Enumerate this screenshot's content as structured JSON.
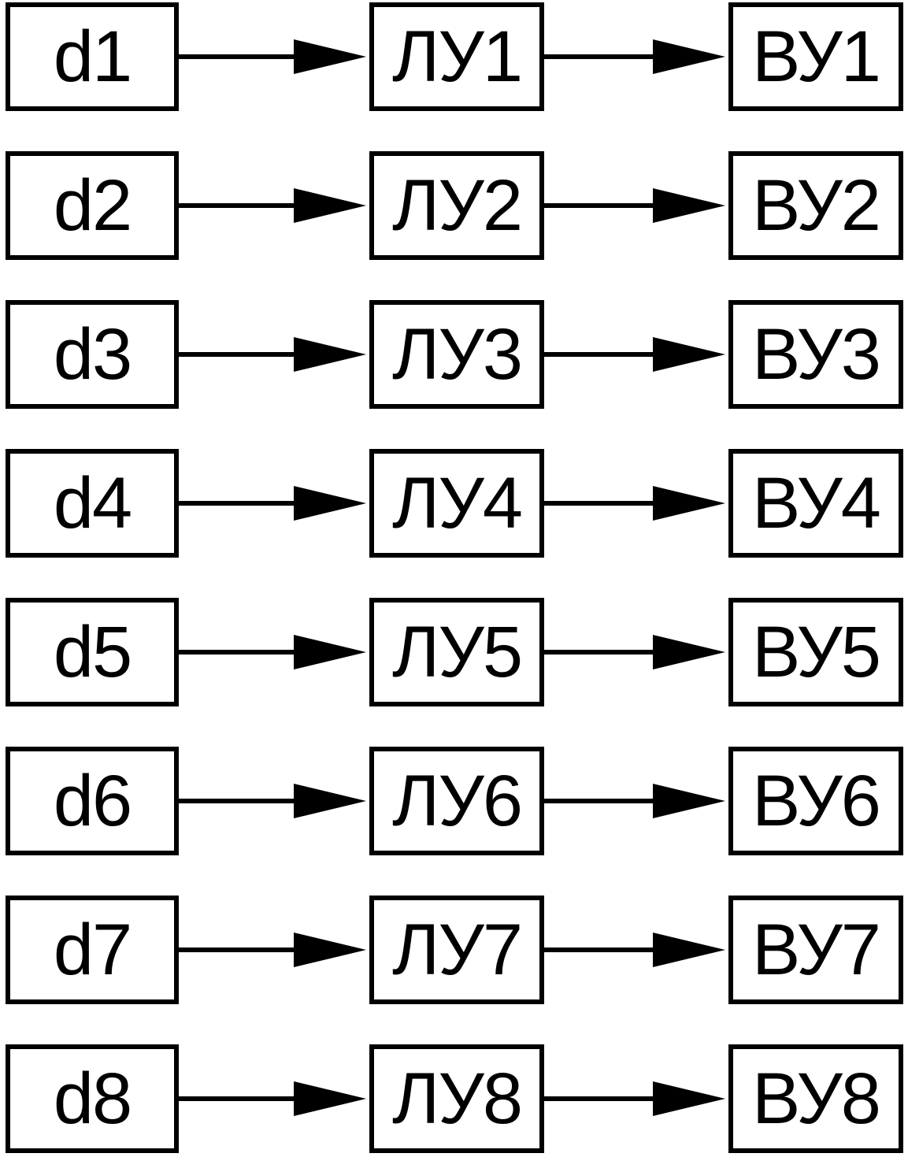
{
  "rows": [
    {
      "input": "d1",
      "logic": "ЛУ1",
      "output": "ВУ1"
    },
    {
      "input": "d2",
      "logic": "ЛУ2",
      "output": "ВУ2"
    },
    {
      "input": "d3",
      "logic": "ЛУ3",
      "output": "ВУ3"
    },
    {
      "input": "d4",
      "logic": "ЛУ4",
      "output": "ВУ4"
    },
    {
      "input": "d5",
      "logic": "ЛУ5",
      "output": "ВУ5"
    },
    {
      "input": "d6",
      "logic": "ЛУ6",
      "output": "ВУ6"
    },
    {
      "input": "d7",
      "logic": "ЛУ7",
      "output": "ВУ7"
    },
    {
      "input": "d8",
      "logic": "ЛУ8",
      "output": "ВУ8"
    }
  ]
}
